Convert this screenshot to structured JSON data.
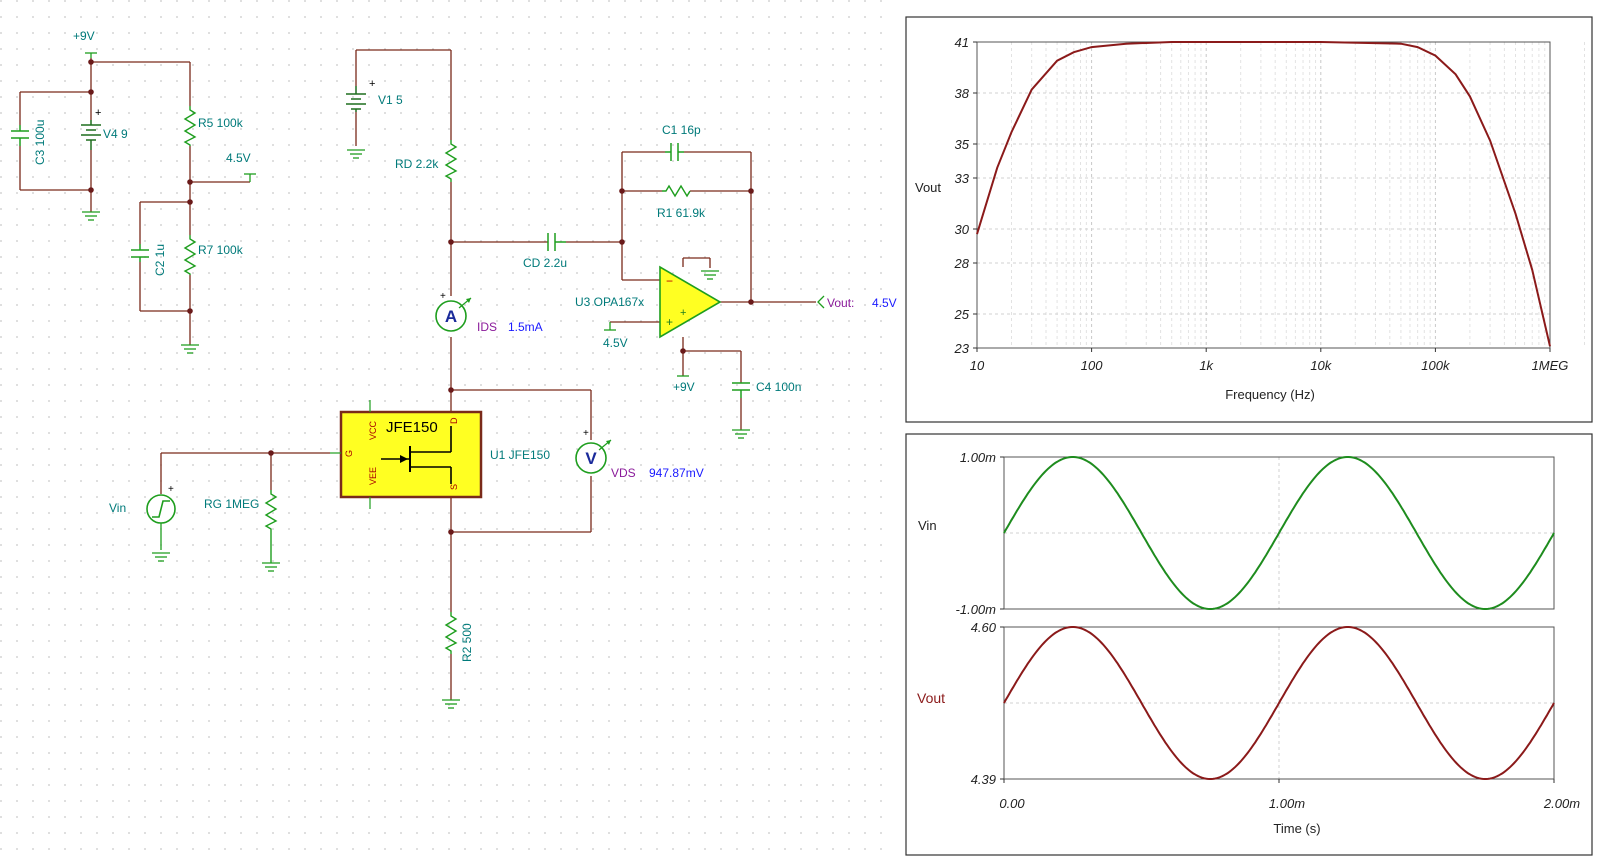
{
  "schematic": {
    "rails": {
      "v9_top": "+9V",
      "v45_tap": "4.5V",
      "v45_opamp": "4.5V",
      "v9_opamp": "+9V"
    },
    "components": {
      "c3": "C3 100u",
      "v4": "V4 9",
      "r5": "R5 100k",
      "r7": "R7 100k",
      "c2": "C2 1u",
      "v1": "V1 5",
      "rd": "RD 2.2k",
      "cd": "CD 2.2u",
      "c1": "C1 16p",
      "r1": "R1 61.9k",
      "u3": "U3 OPA167x",
      "c4": "C4 100n",
      "u1_chip": "JFE150",
      "u1": "U1 JFE150",
      "rg": "RG 1MEG",
      "vin": "Vin",
      "r2": "R2 500",
      "pin_vcc": "VCC",
      "pin_vee": "VEE",
      "pin_g": "G",
      "pin_d": "D",
      "pin_s": "S"
    },
    "meters": {
      "ammeter_symbol": "A",
      "ids_name": "IDS",
      "ids_value": "1.5mA",
      "voltmeter_symbol": "V",
      "vds_name": "VDS",
      "vds_value": "947.87mV",
      "vout_name": "Vout:",
      "vout_value": "4.5V"
    }
  },
  "chart_data": [
    {
      "type": "line",
      "x_scale": "log",
      "xlabel": "Frequency (Hz)",
      "ylabel": "Vout",
      "xlim": [
        10,
        1000000
      ],
      "ylim": [
        23,
        41
      ],
      "x_tick_labels": [
        "10",
        "100",
        "1k",
        "10k",
        "100k",
        "1MEG"
      ],
      "y_tick_labels": [
        "41",
        "38",
        "35",
        "33",
        "30",
        "28",
        "25",
        "23"
      ],
      "series": [
        {
          "name": "Vout",
          "color": "#8b1a1a",
          "x": [
            10,
            15,
            20,
            30,
            50,
            70,
            100,
            200,
            500,
            1000,
            10000,
            50000,
            70000,
            100000,
            150000,
            200000,
            300000,
            500000,
            700000,
            1000000
          ],
          "y": [
            29.7,
            33.6,
            35.7,
            38.2,
            39.9,
            40.4,
            40.7,
            40.9,
            41,
            41,
            41,
            40.9,
            40.7,
            40.2,
            39.1,
            37.8,
            35.2,
            30.9,
            27.6,
            23.1
          ]
        }
      ]
    },
    {
      "type": "line",
      "xlabel": "Time (s)",
      "x_tick_labels": [
        "0.00",
        "1.00m",
        "2.00m"
      ],
      "xlim": [
        0,
        0.002
      ],
      "panels": [
        {
          "ylabel": "Vin",
          "ylim": [
            -0.001,
            0.001
          ],
          "y_tick_labels": [
            "1.00m",
            "-1.00m"
          ],
          "series": [
            {
              "name": "Vin",
              "color": "#1e8c1e",
              "amplitude": 0.001,
              "offset": 0,
              "frequency_hz": 1000
            }
          ]
        },
        {
          "ylabel": "Vout",
          "ylim": [
            4.39,
            4.6
          ],
          "y_tick_labels": [
            "4.60",
            "4.39"
          ],
          "series": [
            {
              "name": "Vout",
              "color": "#8b1a1a",
              "amplitude": 0.105,
              "offset": 4.495,
              "frequency_hz": 1000
            }
          ]
        }
      ]
    }
  ]
}
